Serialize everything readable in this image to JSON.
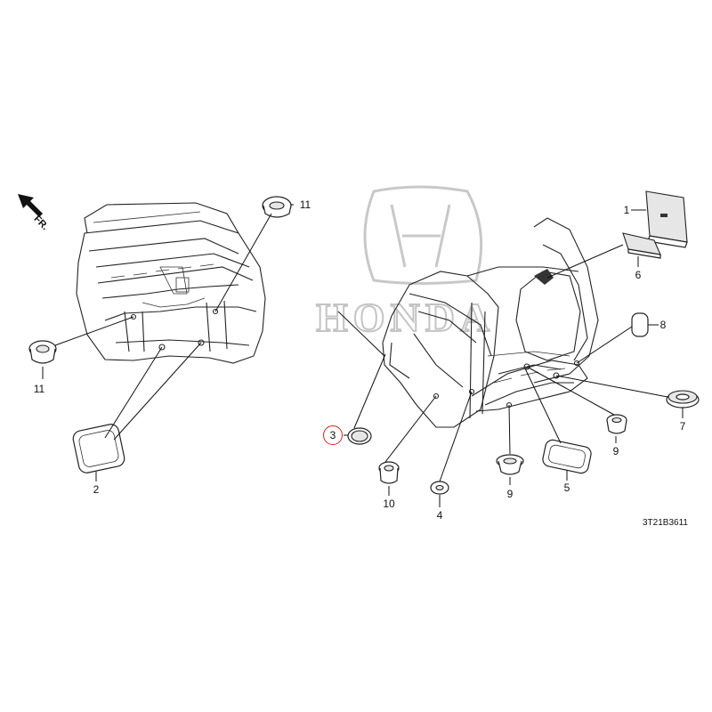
{
  "diagram": {
    "direction_label": "FR.",
    "drawing_code": "3T21B3611",
    "watermark": "HONDA",
    "callouts": [
      {
        "id": "c1",
        "label": "1"
      },
      {
        "id": "c2",
        "label": "2"
      },
      {
        "id": "c3",
        "label": "3",
        "highlighted": true,
        "highlight_color": "#d81e1e"
      },
      {
        "id": "c4",
        "label": "4"
      },
      {
        "id": "c5",
        "label": "5"
      },
      {
        "id": "c6",
        "label": "6"
      },
      {
        "id": "c7",
        "label": "7"
      },
      {
        "id": "c8",
        "label": "8"
      },
      {
        "id": "c9a",
        "label": "9"
      },
      {
        "id": "c9b",
        "label": "9"
      },
      {
        "id": "c10",
        "label": "10"
      },
      {
        "id": "c11a",
        "label": "11"
      },
      {
        "id": "c11b",
        "label": "11"
      }
    ]
  }
}
